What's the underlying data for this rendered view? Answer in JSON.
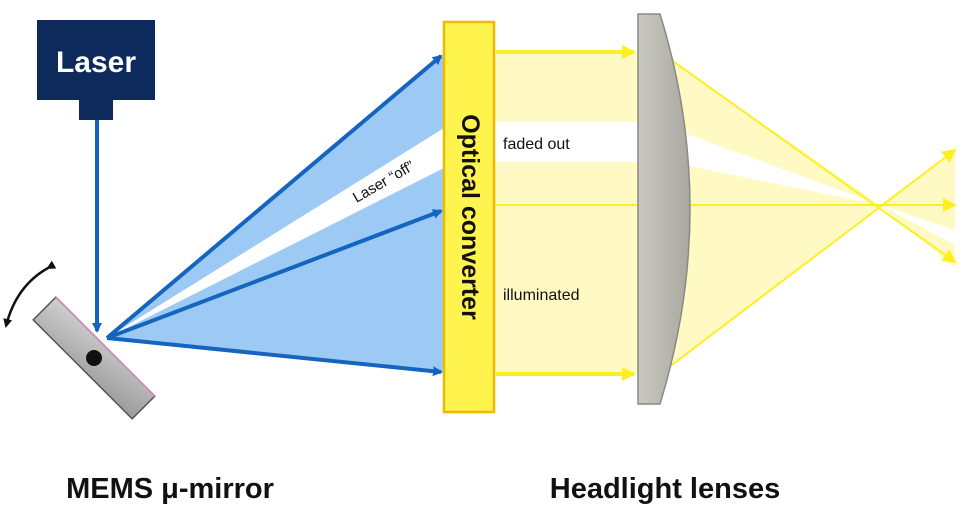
{
  "diagram": {
    "laser_label": "Laser",
    "converter_label": "Optical converter",
    "laser_off_label": "Laser “off”",
    "faded_out_label": "faded out",
    "illuminated_label": "illuminated",
    "mems_caption": "MEMS μ-mirror",
    "lens_caption": "Headlight lenses"
  },
  "colors": {
    "laser_box": "#0e2a5c",
    "beam_arrow": "#1565c0",
    "beam_fill": "#9ccaf5",
    "converter_fill": "#fff34d",
    "converter_border": "#f0b800",
    "yellow_light": "#fff9c4",
    "yellow_arrow": "#ffee22",
    "lens_fill": "#b8b8b0",
    "mirror_fill": "#b5b5b5"
  }
}
